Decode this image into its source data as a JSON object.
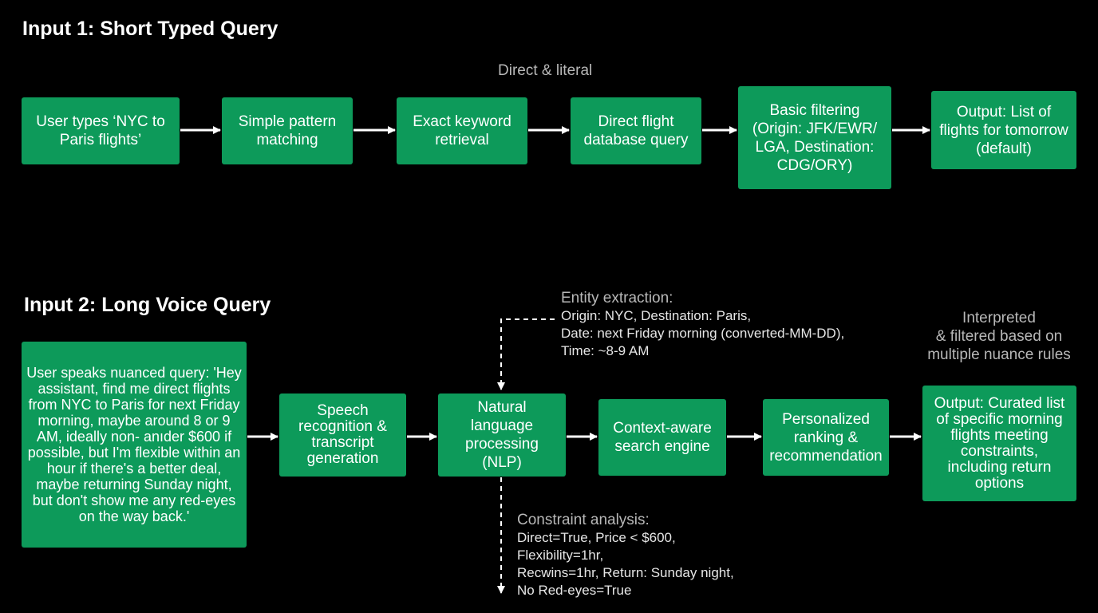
{
  "input1": {
    "heading": "Input 1: Short Typed Query",
    "annotation": "Direct & literal",
    "steps": [
      "User types ‘NYC to Paris flights’",
      "Simple pattern matching",
      "Exact keyword retrieval",
      "Direct flight database query",
      "Basic filtering (Origin: JFK/EWR/ LGA, Destination: CDG/ORY)",
      "Output: List of flights for tomorrow (default)"
    ]
  },
  "input2": {
    "heading": "Input 2: Long Voice Query",
    "steps": [
      "User speaks nuanced query: 'Hey assistant, find me direct flights from NYC to Paris for next Friday morning, maybe around 8 or 9 AM, ideally non- anıder $600 if possible, but I'm flexible within an hour if there's a better deal, maybe returning Sunday night, but don't show me any red-eyes on the way back.'",
      "Speech recognition & transcript generation",
      "Natural language processing (NLP)",
      "Context-aware search engine",
      "Personalized ranking & recommendation",
      "Output: Curated list of specific morning flights meeting constraints, including return options"
    ],
    "entity_extraction": {
      "title": "Entity extraction:",
      "lines": [
        "Origin: NYC, Destination: Paris,",
        "Date: next Friday morning (converted-MM-DD),",
        "Time: ~8-9 AM"
      ]
    },
    "constraint_analysis": {
      "title": "Constraint analysis:",
      "lines": [
        "Direct=True, Price < $600,",
        "Flexibility=1hr,",
        "Recwins=1hr, Return: Sunday night,",
        "No Red-eyes=True"
      ]
    },
    "output_annotation": [
      "Interpreted",
      "& filtered based on",
      "multiple nuance rules"
    ]
  },
  "colors": {
    "background": "#000000",
    "box_fill": "#0d9a5a",
    "text": "#ffffff",
    "annotation": "#b8b8b8"
  }
}
